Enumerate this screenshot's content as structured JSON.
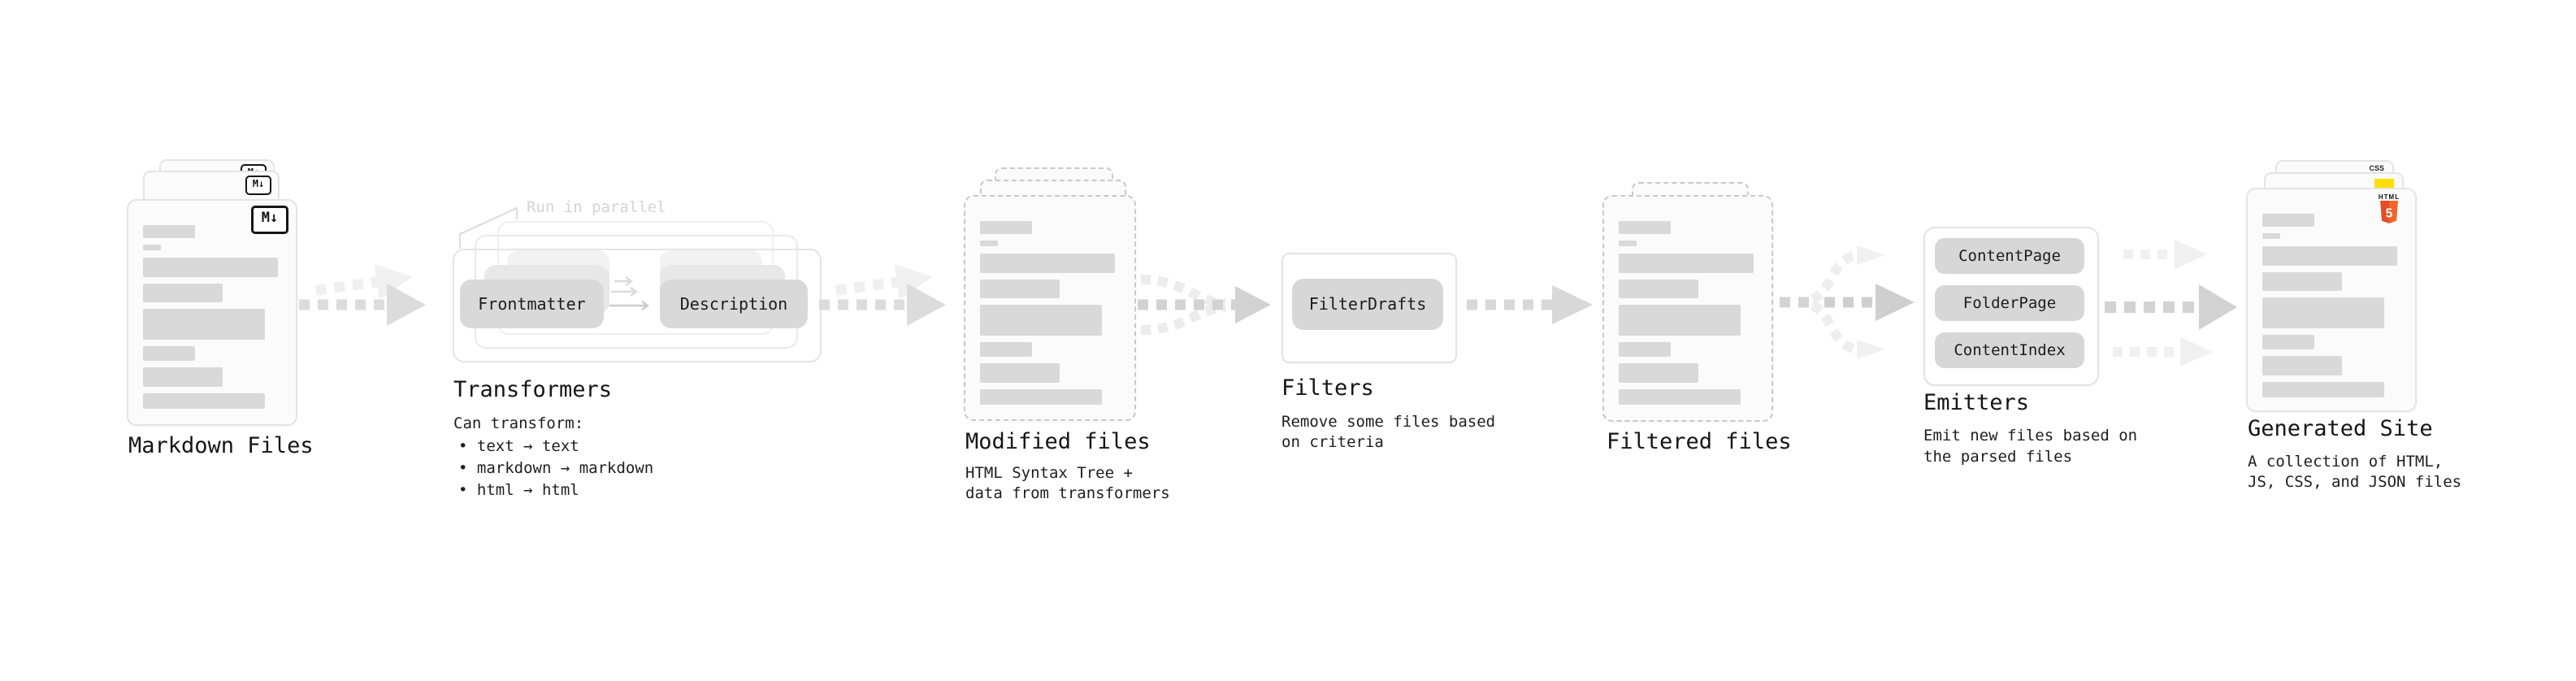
{
  "diagram": {
    "markdown_files": {
      "label": "Markdown Files",
      "badge": "M↓"
    },
    "transformers": {
      "label": "Transformers",
      "annotation": "Run in parallel",
      "node_frontmatter": "Frontmatter",
      "node_description": "Description",
      "description_intro": "Can transform:",
      "bullets": [
        "• text → text",
        "• markdown → markdown",
        "• html → html"
      ]
    },
    "modified_files": {
      "label": "Modified files",
      "description": [
        "HTML Syntax Tree +",
        "data from transformers"
      ]
    },
    "filters": {
      "label": "Filters",
      "node": "FilterDrafts",
      "description": [
        "Remove some files based",
        "on criteria"
      ]
    },
    "filtered_files": {
      "label": "Filtered files"
    },
    "emitters": {
      "label": "Emitters",
      "nodes": [
        "ContentPage",
        "FolderPage",
        "ContentIndex"
      ],
      "description": [
        "Emit new files based on",
        "the parsed files"
      ]
    },
    "generated_site": {
      "label": "Generated Site",
      "description": [
        "A collection of HTML,",
        "JS, CSS, and JSON files"
      ],
      "badges": {
        "html_label": "HTML",
        "html_number": "5",
        "css_label": "CSS"
      }
    }
  },
  "colors": {
    "bar_gray": "#d9d9d9",
    "pill_gray": "#d7d7d7",
    "arrow_gray": "#dcdcdc",
    "arrow_light": "#f0f0f0",
    "annotation_gray": "#d4d4d4",
    "dashed_border": "#c9c9c9",
    "html5_orange": "#e44d26",
    "html5_orange_light": "#f16529",
    "js_yellow": "#ffdf00",
    "css_blue": "#2a6df4"
  }
}
